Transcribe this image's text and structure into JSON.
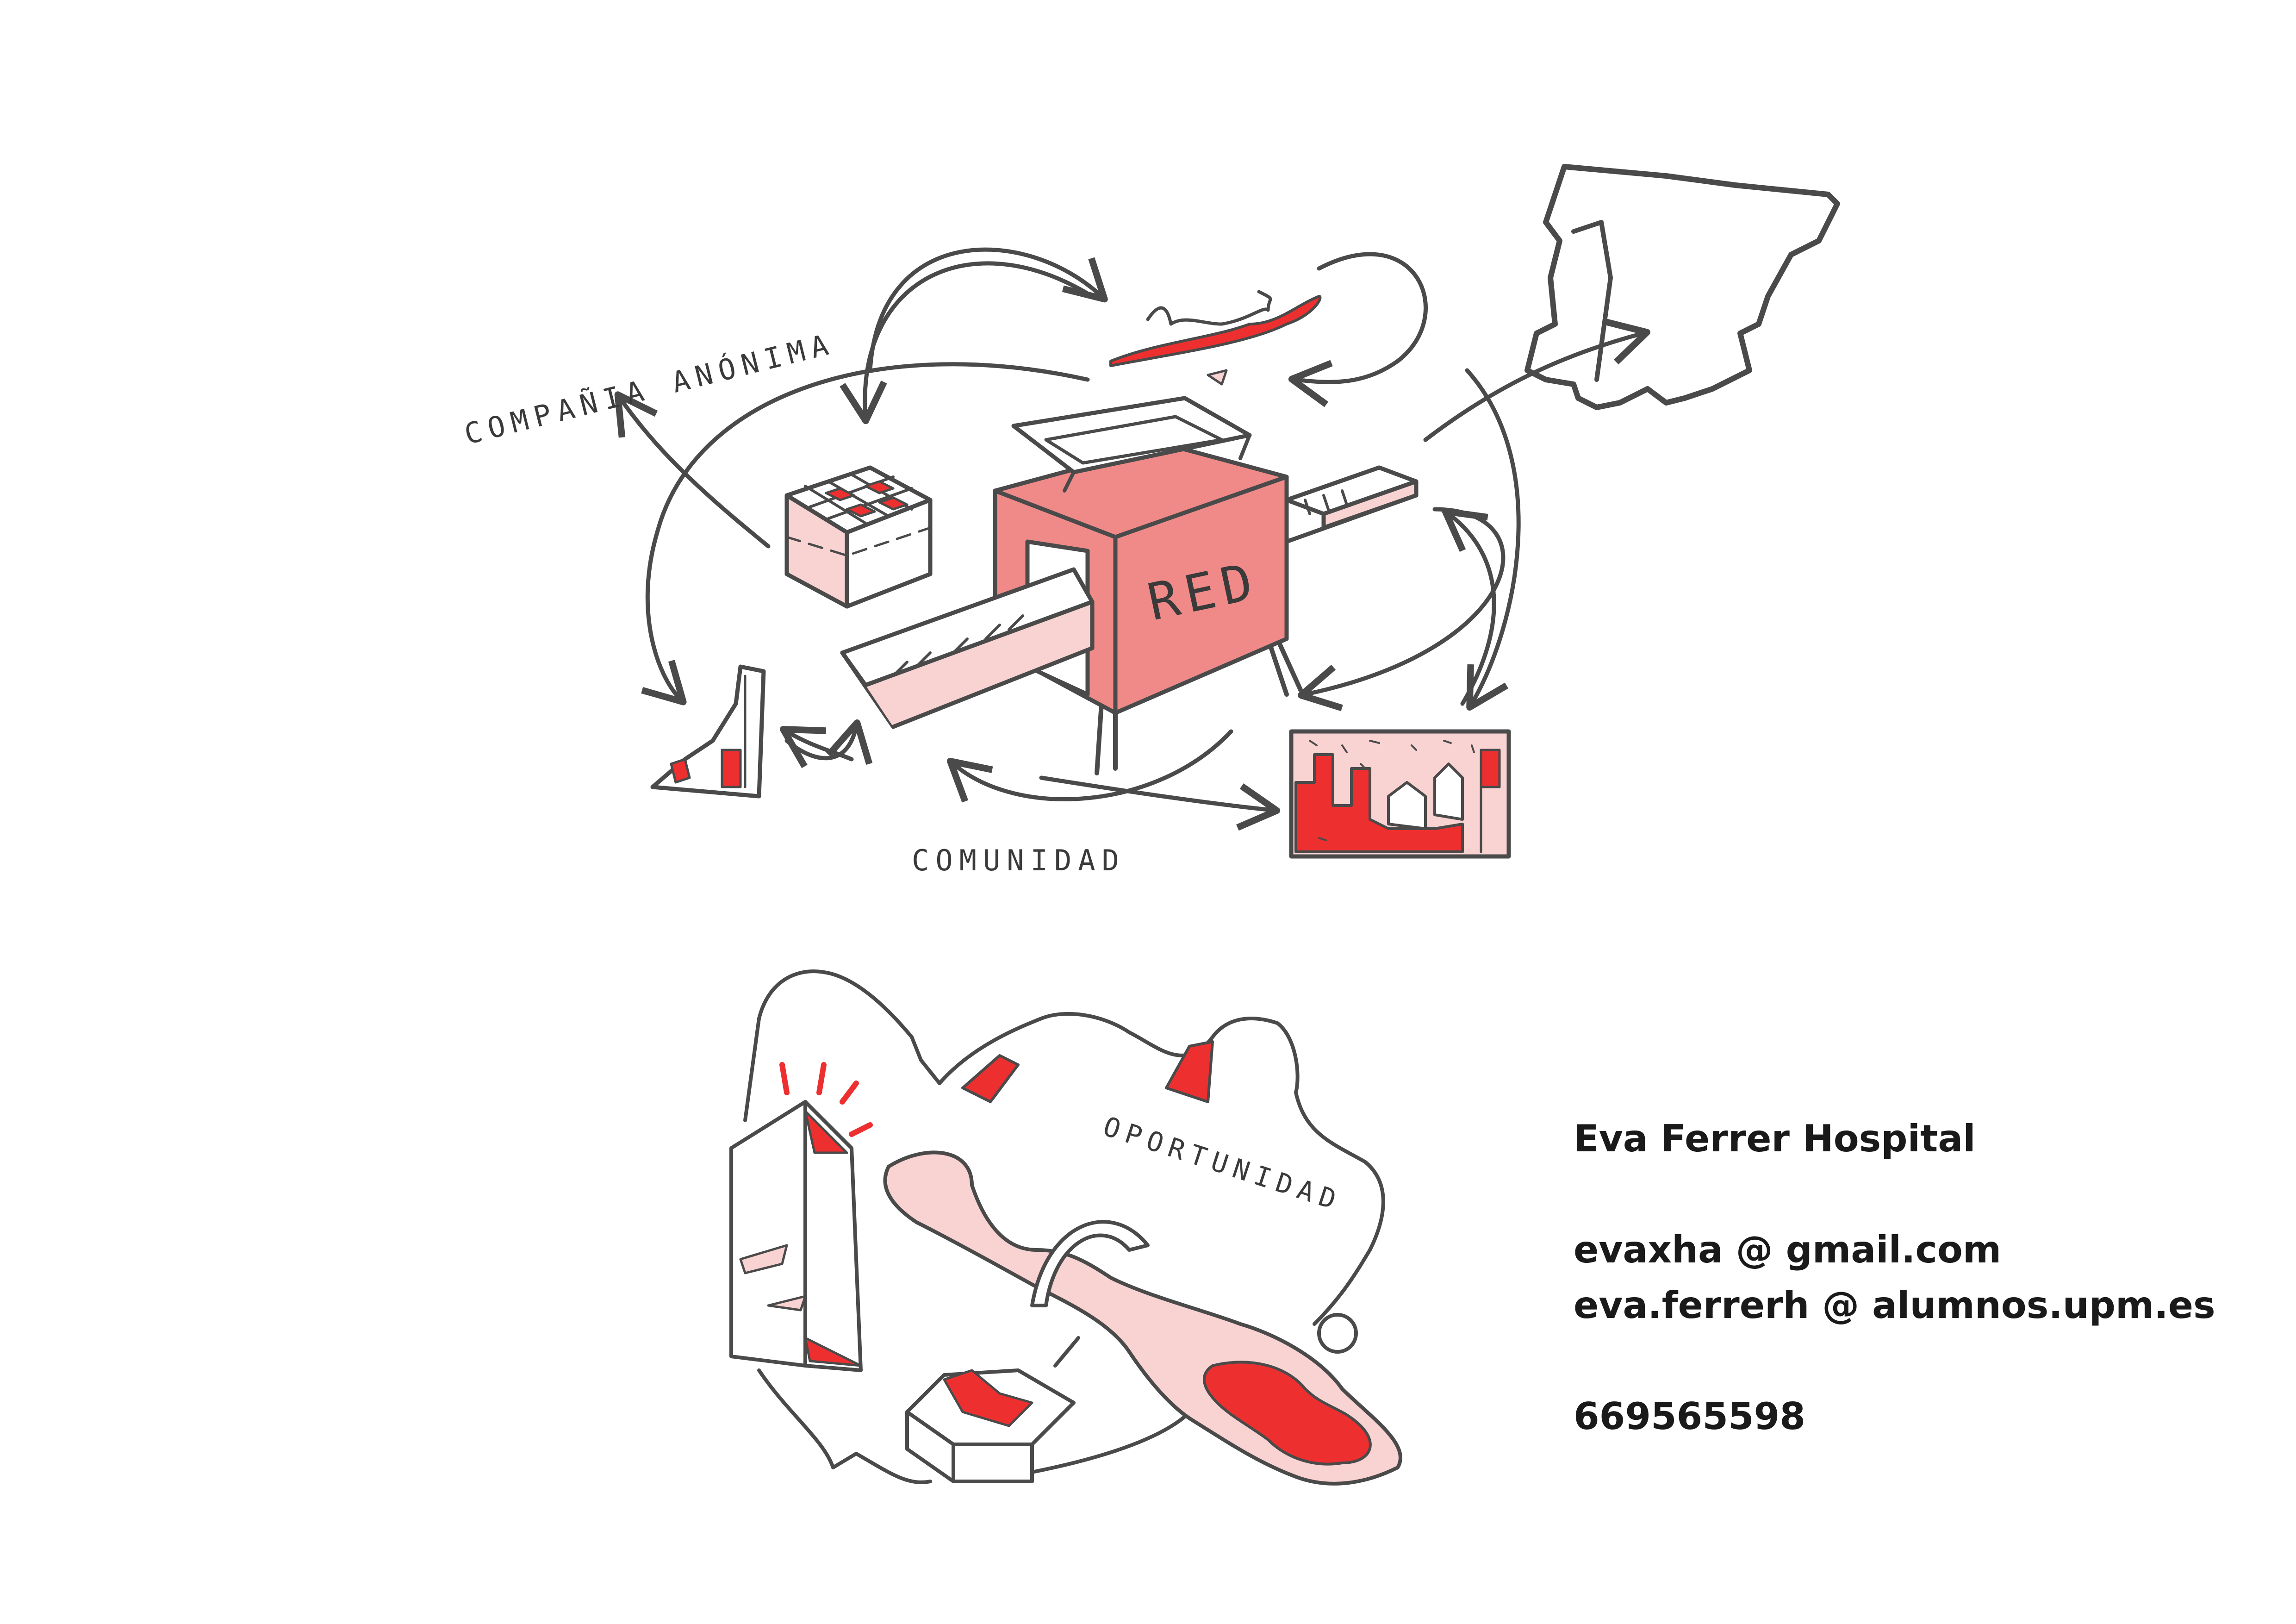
{
  "labels": {
    "company": "COMPAÑIA ANÓNIMA",
    "community": "COMUNIDAD",
    "opportunity": "OPORTUNIDAD",
    "machine": "RED"
  },
  "contact": {
    "name": "Eva Ferrer Hospital",
    "email1": "evaxha @ gmail.com",
    "email2": "eva.ferrerh @ alumnos.upm.es",
    "phone": "669565598"
  },
  "colors": {
    "ink": "#4a4a4a",
    "red": "#ee2f2f",
    "salmon": "#f08a88",
    "pink": "#f9d3d2"
  }
}
